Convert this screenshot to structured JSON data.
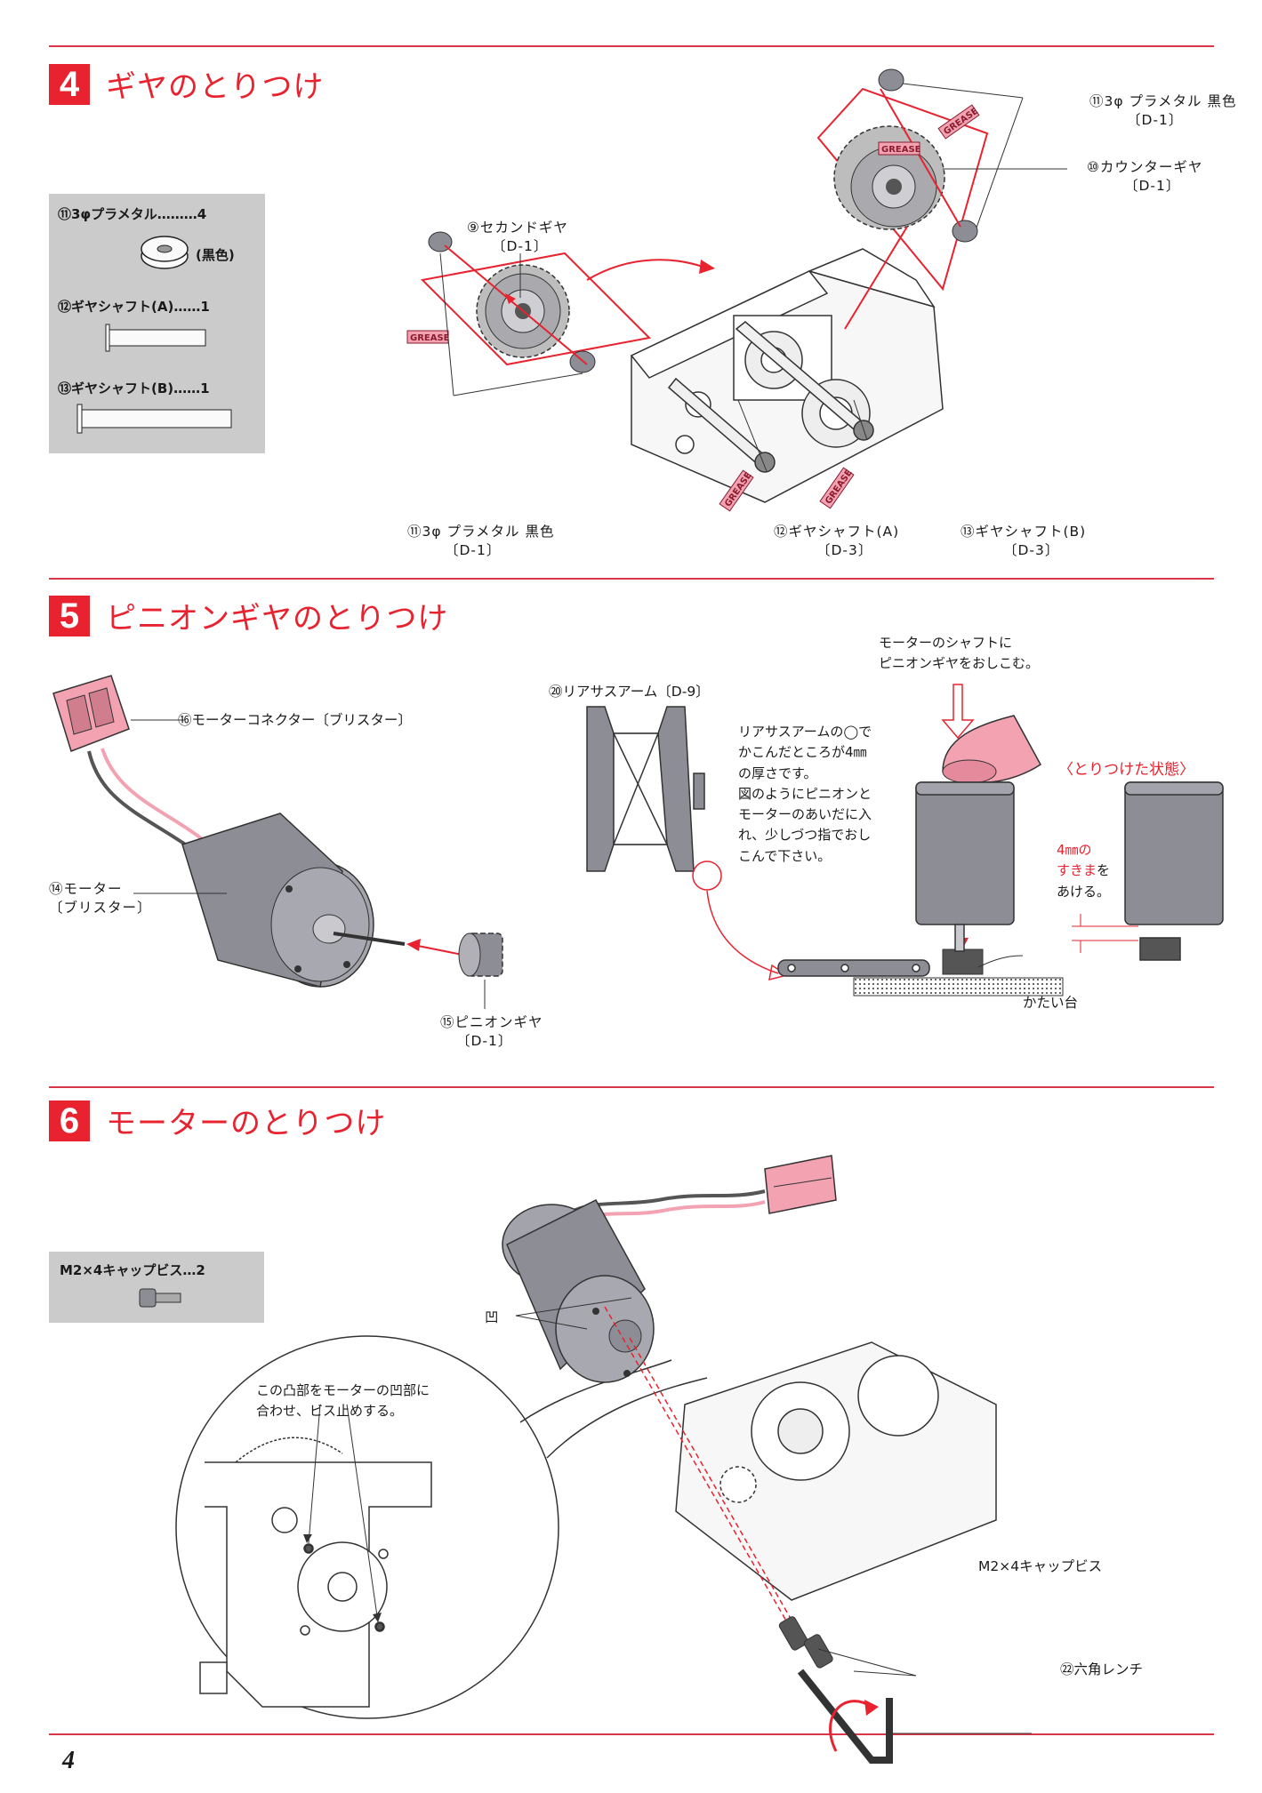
{
  "sections": [
    {
      "number": "4",
      "title": "ギヤのとりつけ"
    },
    {
      "number": "5",
      "title": "ピニオンギヤのとりつけ"
    },
    {
      "number": "6",
      "title": "モーターのとりつけ"
    }
  ],
  "step4": {
    "parts": [
      {
        "name": "⑪3φプラメタル………4",
        "note": "(黒色)"
      },
      {
        "name": "⑫ギヤシャフト(A)……1"
      },
      {
        "name": "⑬ギヤシャフト(B)……1"
      }
    ],
    "labels": {
      "metal_top": "⑪3φ プラメタル 黒色",
      "metal_top_ref": "〔D-1〕",
      "counter_gear": "⑩カウンターギヤ",
      "counter_gear_ref": "〔D-1〕",
      "second_gear": "⑨セカンドギヤ",
      "second_gear_ref": "〔D-1〕",
      "metal_bottom": "⑪3φ プラメタル 黒色",
      "metal_bottom_ref": "〔D-1〕",
      "shaft_a": "⑫ギヤシャフト(A)",
      "shaft_a_ref": "〔D-3〕",
      "shaft_b": "⑬ギヤシャフト(B)",
      "shaft_b_ref": "〔D-3〕",
      "grease": "GREASE"
    }
  },
  "step5": {
    "motor_connector": "⑯モーターコネクター〔ブリスター〕",
    "motor": "⑭モーター",
    "motor_ref": "〔ブリスター〕",
    "pinion": "⑮ピニオンギヤ",
    "pinion_ref": "〔D-1〕",
    "rear_arm": "⑳リアサスアーム〔D-9〕",
    "instruction_lines": [
      "リアサスアームの◯で",
      "かこんだところが4㎜",
      "の厚さです。",
      "図のようにピニオンと",
      "モーターのあいだに入",
      "れ、少しづつ指でおし",
      "こんで下さい。"
    ],
    "press_note_1": "モーターのシャフトに",
    "press_note_2": "ピニオンギヤをおしこむ。",
    "installed_state": "〈とりつけた状態〉",
    "gap_1": "4㎜の",
    "gap_2": "すきま",
    "gap_3": "を",
    "gap_4": "あける。",
    "hard_base": "かたい台"
  },
  "step6": {
    "part_name": "M2×4キャップビス…2",
    "recess": "凹",
    "callout_1": "この凸部をモーターの凹部に",
    "callout_2": "合わせ、ビス止めする。",
    "screw": "M2×4キャップビス",
    "wrench": "㉒六角レンチ"
  },
  "page_number": "4",
  "colors": {
    "accent": "#e8232f",
    "parts_bg": "#cbcbcb",
    "motor": "#8d8d95",
    "pink": "#f3a2b2"
  }
}
